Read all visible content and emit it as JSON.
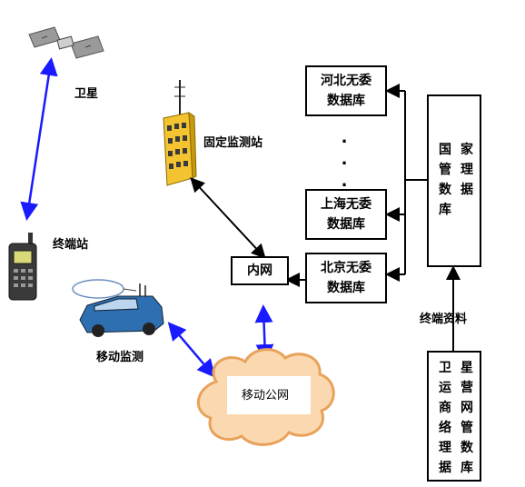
{
  "labels": {
    "satellite": "卫星",
    "terminal_station": "终端站",
    "fixed_station": "固定监测站",
    "mobile_monitor": "移动监测",
    "intranet": "内网",
    "mobile_internet": "移动公网",
    "terminal_info": "终端资料",
    "ellipsis_dot": "."
  },
  "databases": {
    "hebei": {
      "line1": "河北无委",
      "line2": "数据库"
    },
    "shanghai": {
      "line1": "上海无委",
      "line2": "数据库"
    },
    "beijing": {
      "line1": "北京无委",
      "line2": "数据库"
    }
  },
  "national_db": {
    "left_col": [
      "国",
      "管",
      "数",
      "库"
    ],
    "right_col": [
      "家",
      "理",
      "据",
      ""
    ]
  },
  "satellite_db": {
    "left_col": [
      "卫",
      "运",
      "商",
      "络",
      "理",
      "据"
    ],
    "right_col": [
      "星",
      "营",
      "网",
      "管",
      "数",
      "库"
    ]
  },
  "colors": {
    "blue_link": "#1a1aff",
    "black_link": "#000000",
    "cloud_fill": "#fbd9b0",
    "cloud_stroke": "#e8a25a",
    "building": "#f4c430",
    "car": "#2d6fb0"
  }
}
